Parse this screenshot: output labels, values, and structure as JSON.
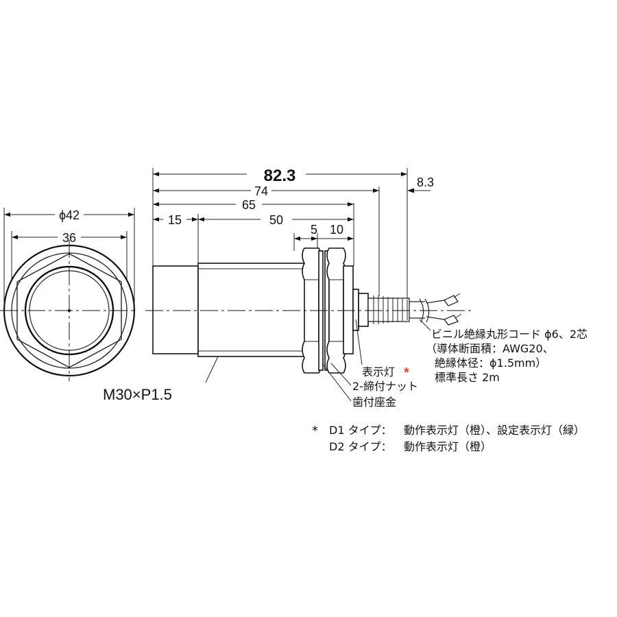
{
  "dimensions": {
    "front_outer_dia": "ϕ42",
    "front_hex": "36",
    "total_length": "82.3",
    "body_length_74": "74",
    "body_length_65": "65",
    "head_length": "15",
    "thread_length": "50",
    "nut_thickness": "5",
    "nut_span": "10",
    "cable_protector": "8.3"
  },
  "labels": {
    "thread_spec": "M30×P1.5",
    "cable_line1": "ビニル絶縁丸形コード ϕ6、2芯",
    "cable_line2": "（導体断面積：AWG20、",
    "cable_line3": "絶縁体径：ϕ1.5mm）",
    "cable_line4": "標準長さ 2m",
    "indicator": "表示灯",
    "indicator_mark": "*",
    "nut": "2-締付ナット",
    "washer": "歯付座金"
  },
  "footnote": {
    "mark": "*",
    "d1_type": "D1 タイプ：",
    "d1_text": "動作表示灯（橙）、設定表示灯（緑）",
    "d2_type": "D2 タイプ：",
    "d2_text": "動作表示灯（橙）"
  },
  "colors": {
    "line": "#111111",
    "accent": "#e8402a"
  }
}
